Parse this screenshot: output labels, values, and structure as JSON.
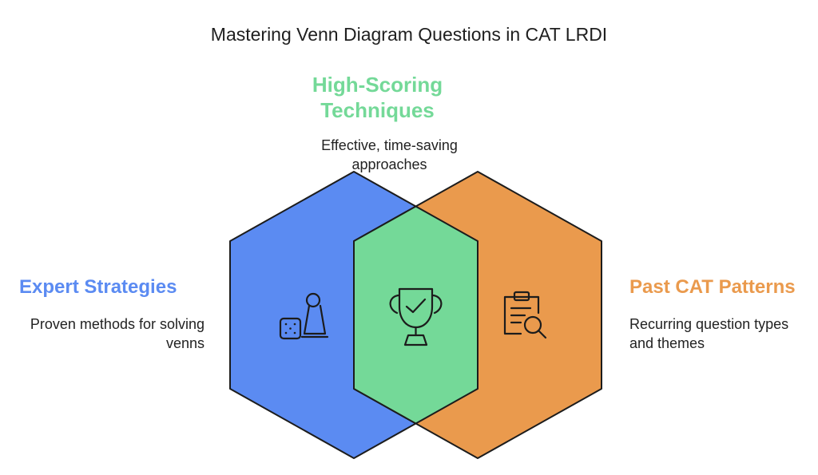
{
  "title": "Mastering Venn Diagram Questions in CAT LRDI",
  "sets": {
    "left": {
      "heading": "Expert Strategies",
      "description": "Proven methods for solving venns",
      "color": "#5b8bf2",
      "icon": "game-pieces-icon"
    },
    "center": {
      "heading": "High-Scoring Techniques",
      "description": "Effective, time-saving approaches",
      "color": "#74d998",
      "icon": "trophy-check-icon"
    },
    "right": {
      "heading": "Past CAT Patterns",
      "description": "Recurring question types and themes",
      "color": "#ea9a4d",
      "icon": "clipboard-search-icon"
    }
  },
  "colors": {
    "outline": "#1c1c1c",
    "text": "#222222"
  }
}
